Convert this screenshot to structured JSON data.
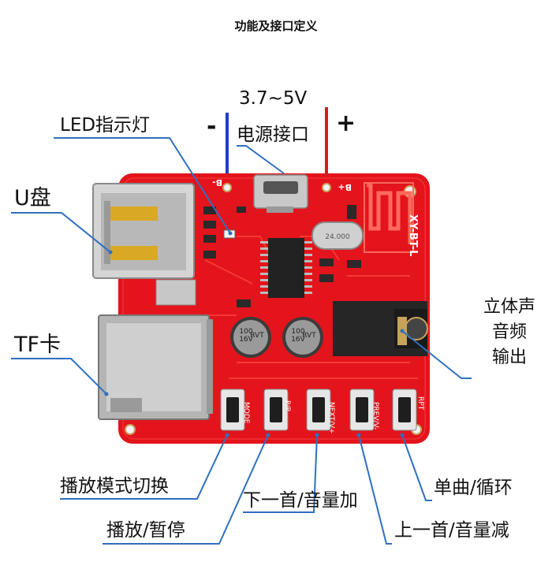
{
  "title": "功能及接口定义",
  "power": {
    "voltage": "3.7~5V",
    "label": "电源接口",
    "minus": "-",
    "plus": "+"
  },
  "callouts": {
    "led": "LED指示灯",
    "udisk": "U盘",
    "tf": "TF卡",
    "stereo": [
      "立体声",
      "音频",
      "输出"
    ],
    "mode_switch": "播放模式切换",
    "play_pause": "播放/暂停",
    "next_volup": "下一首/音量加",
    "prev_voldown": "上一首/音量减",
    "single_loop": "单曲/循环"
  },
  "board": {
    "model": "XY-BT-L",
    "pad_minus": "B-",
    "pad_plus": "B+",
    "crystal": "24.000",
    "cap_text": [
      "100",
      "16V",
      "RVT"
    ],
    "button_marks": [
      "MODE",
      "P/P",
      "NEXT/V+",
      "PREV/V-",
      "RPT"
    ]
  },
  "colors": {
    "pcb": "#e4141c",
    "pcb_dark": "#b80d14",
    "wire_minus": "#1f3fbf",
    "wire_plus": "#d91a1a",
    "leader": "#2f6fc0"
  }
}
